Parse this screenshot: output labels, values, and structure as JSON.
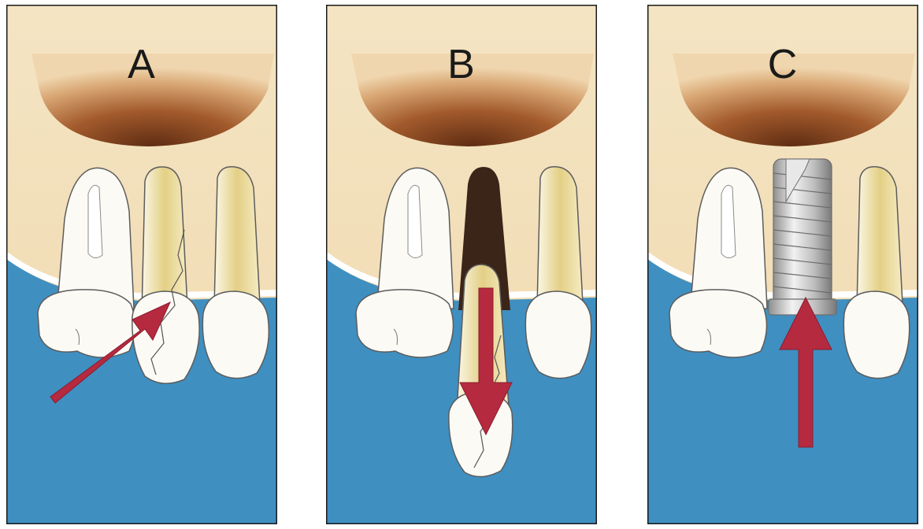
{
  "panels": [
    {
      "letter": "A",
      "arrow_direction": "up-right"
    },
    {
      "letter": "B",
      "arrow_direction": "down"
    },
    {
      "letter": "C",
      "arrow_direction": "up"
    }
  ],
  "colors": {
    "bone": "#f3dfb8",
    "gum": "#3f8fc1",
    "sinus_dark": "#6e3a1c",
    "tooth": "#fbfaf5",
    "root_yellow": "#e7d592",
    "arrow": "#b52a3f",
    "socket": "#3b2418",
    "implant": "#c9c9c9",
    "border": "#1a1a1a"
  }
}
